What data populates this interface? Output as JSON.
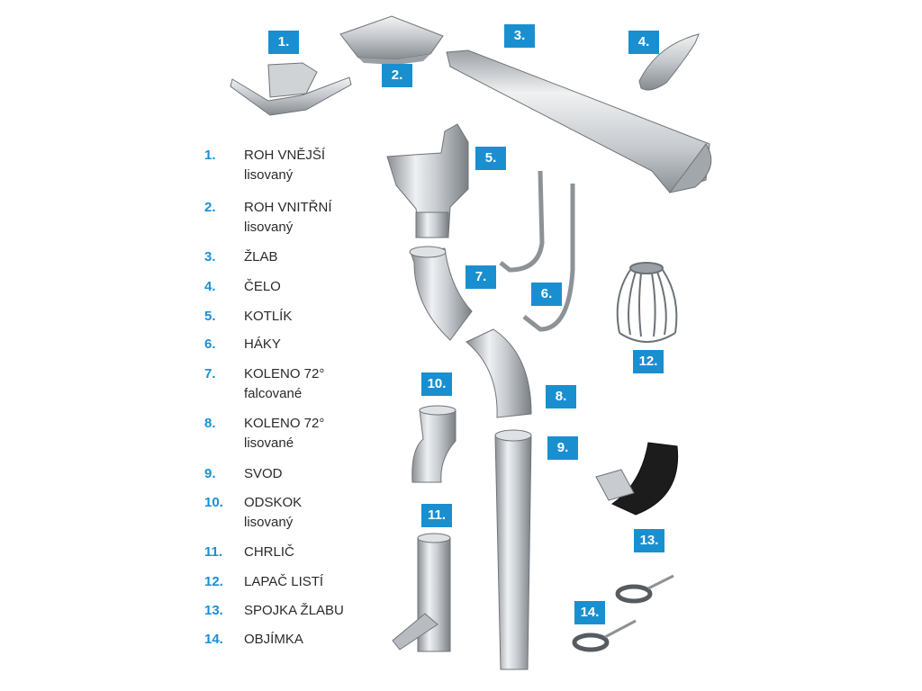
{
  "legend": [
    {
      "num": "1.",
      "text": "ROH VNĚJŠÍ\nlisovaný"
    },
    {
      "num": "2.",
      "text": "ROH VNITŘNÍ\nlisovaný"
    },
    {
      "num": "3.",
      "text": "ŽLAB"
    },
    {
      "num": "4.",
      "text": "ČELO"
    },
    {
      "num": "5.",
      "text": "KOTLÍK"
    },
    {
      "num": "6.",
      "text": "HÁKY"
    },
    {
      "num": "7.",
      "text": "KOLENO 72°\nfalcované"
    },
    {
      "num": "8.",
      "text": "KOLENO 72°\nlisované"
    },
    {
      "num": "9.",
      "text": "SVOD"
    },
    {
      "num": "10.",
      "text": "ODSKOK\nlisovaný"
    },
    {
      "num": "11.",
      "text": "CHRLIČ"
    },
    {
      "num": "12.",
      "text": "LAPAČ LISTÍ"
    },
    {
      "num": "13.",
      "text": "SPOJKA ŽLABU"
    },
    {
      "num": "14.",
      "text": "OBJÍMKA"
    }
  ],
  "badges": [
    "1.",
    "2.",
    "3.",
    "4.",
    "5.",
    "6.",
    "7.",
    "8.",
    "9.",
    "10.",
    "11.",
    "12.",
    "13.",
    "14."
  ],
  "colors": {
    "accent": "#1a8fd0",
    "metal_light": "#e6e8ea",
    "metal_mid": "#b8bcc0",
    "metal_dark": "#7d8287",
    "rubber": "#1c1c1c"
  }
}
